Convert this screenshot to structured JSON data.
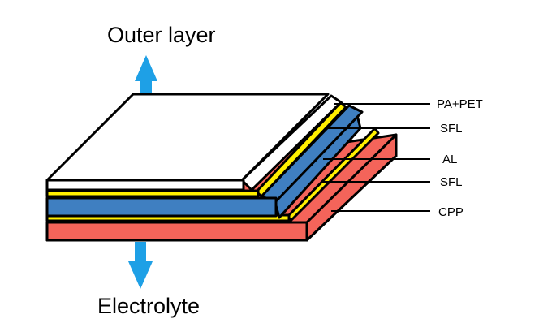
{
  "title_top": "Outer layer",
  "title_bottom": "Electrolyte",
  "layers": [
    {
      "id": "pa_pet",
      "label": "PA+PET",
      "color": "#ffffff"
    },
    {
      "id": "sfl_top",
      "label": "SFL",
      "color": "#ffef00"
    },
    {
      "id": "al",
      "label": "AL",
      "color": "#3f7fc1"
    },
    {
      "id": "sfl_bottom",
      "label": "SFL",
      "color": "#ffef00"
    },
    {
      "id": "cpp",
      "label": "CPP",
      "color": "#f4645a"
    }
  ],
  "arrow_color": "#1ea0e6"
}
